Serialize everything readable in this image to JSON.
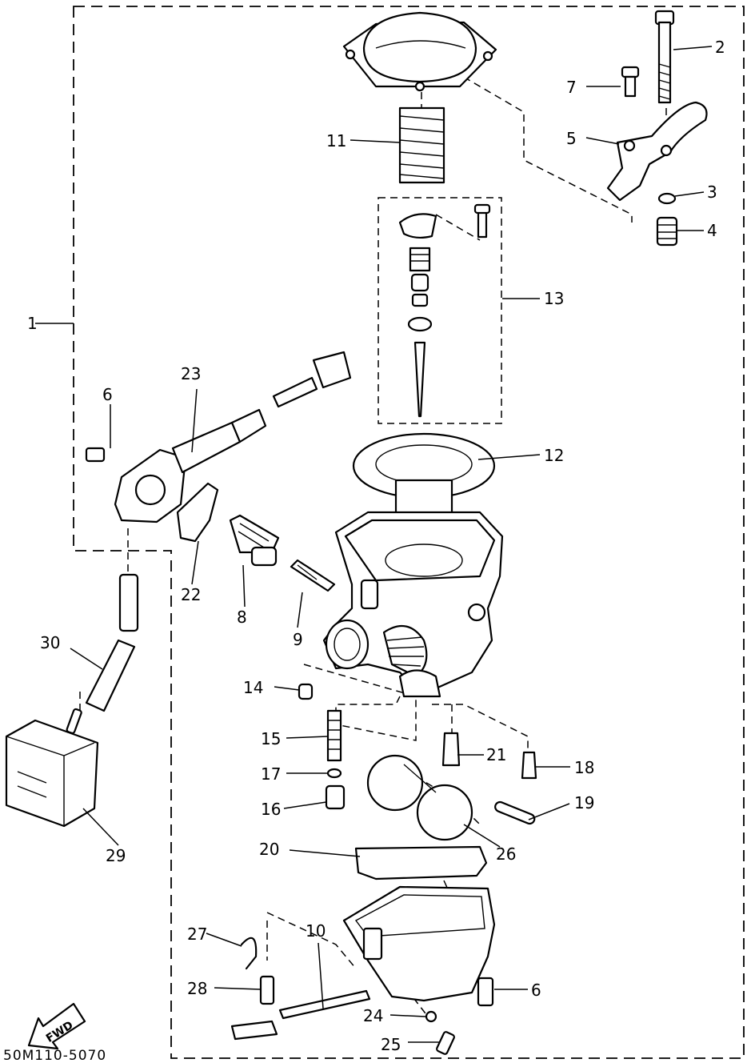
{
  "callouts": {
    "c1": "1",
    "c2": "2",
    "c3": "3",
    "c4": "4",
    "c5": "5",
    "c6a": "6",
    "c6b": "6",
    "c7": "7",
    "c8": "8",
    "c9": "9",
    "c10": "10",
    "c11": "11",
    "c12": "12",
    "c13": "13",
    "c14": "14",
    "c15": "15",
    "c16": "16",
    "c17": "17",
    "c18": "18",
    "c19": "19",
    "c20": "20",
    "c21": "21",
    "c22": "22",
    "c23": "23",
    "c24": "24",
    "c25": "25",
    "c26": "26",
    "c27": "27",
    "c28": "28",
    "c29": "29",
    "c30": "30"
  },
  "fwd_label": "FWD",
  "diagram_code": "50M110-5070"
}
